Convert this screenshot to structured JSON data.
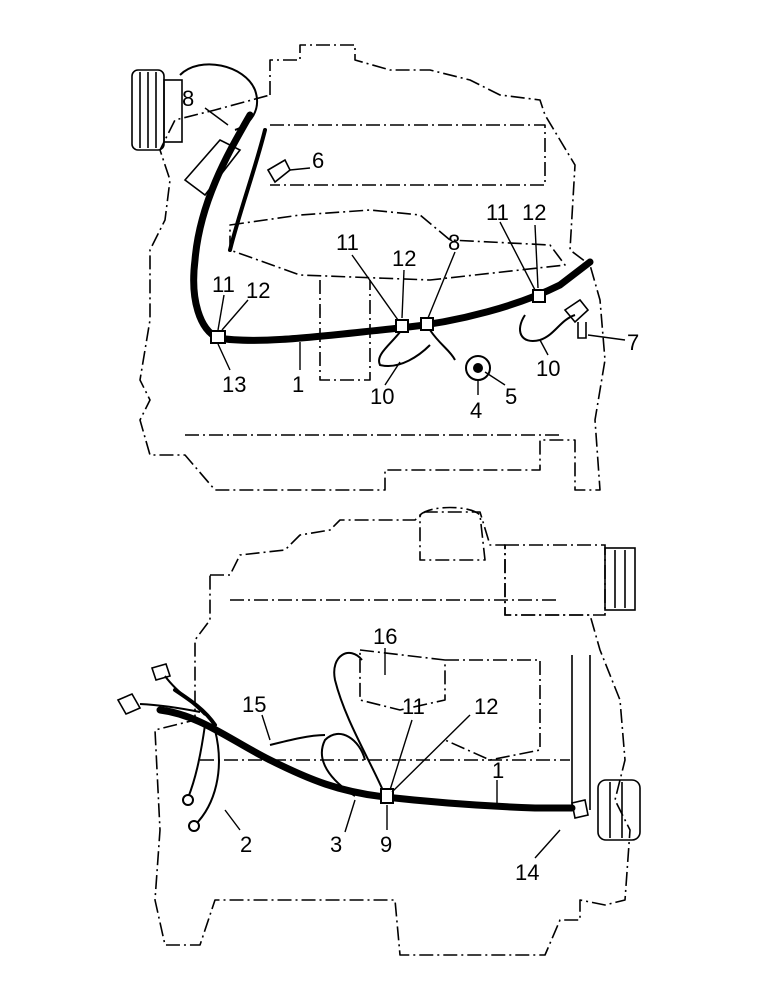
{
  "top_view": {
    "callouts": [
      "8",
      "6",
      "11",
      "12",
      "8",
      "11",
      "12",
      "11",
      "12",
      "13",
      "1",
      "10",
      "4",
      "5",
      "10",
      "7"
    ]
  },
  "bottom_view": {
    "callouts": [
      "16",
      "15",
      "11",
      "12",
      "1",
      "2",
      "3",
      "9",
      "14"
    ]
  }
}
